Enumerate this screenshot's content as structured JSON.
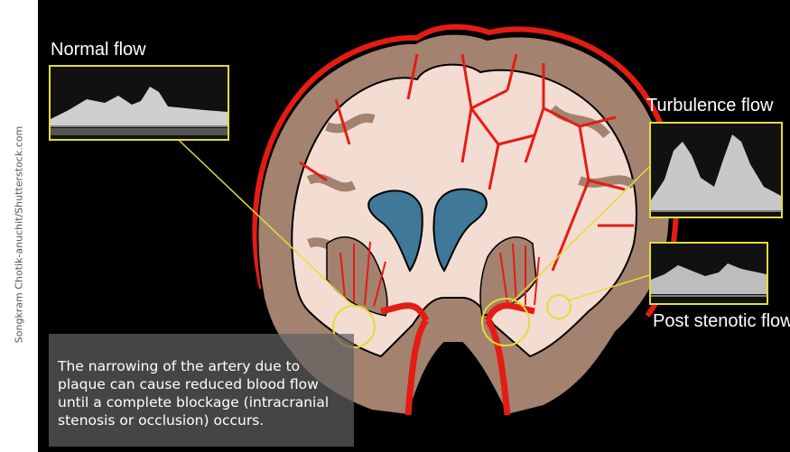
{
  "credit": "Songkram Chotik-anuchit/Shutterstock.com",
  "labels": {
    "normal": "Normal flow",
    "turbulence": "Turbulence flow",
    "post_stenotic": "Post stenotic flow"
  },
  "caption": "The narrowing of the artery due to plaque can cause reduced blood flow until a complete blockage (intracranial stenosis or occlusion) occurs.",
  "colors": {
    "background": "#000000",
    "brain_cortex": "#a3826f",
    "white_matter": "#f3dcd2",
    "ventricles": "#3f7898",
    "arteries": "#e41c14",
    "highlight": "#e2dd36"
  }
}
